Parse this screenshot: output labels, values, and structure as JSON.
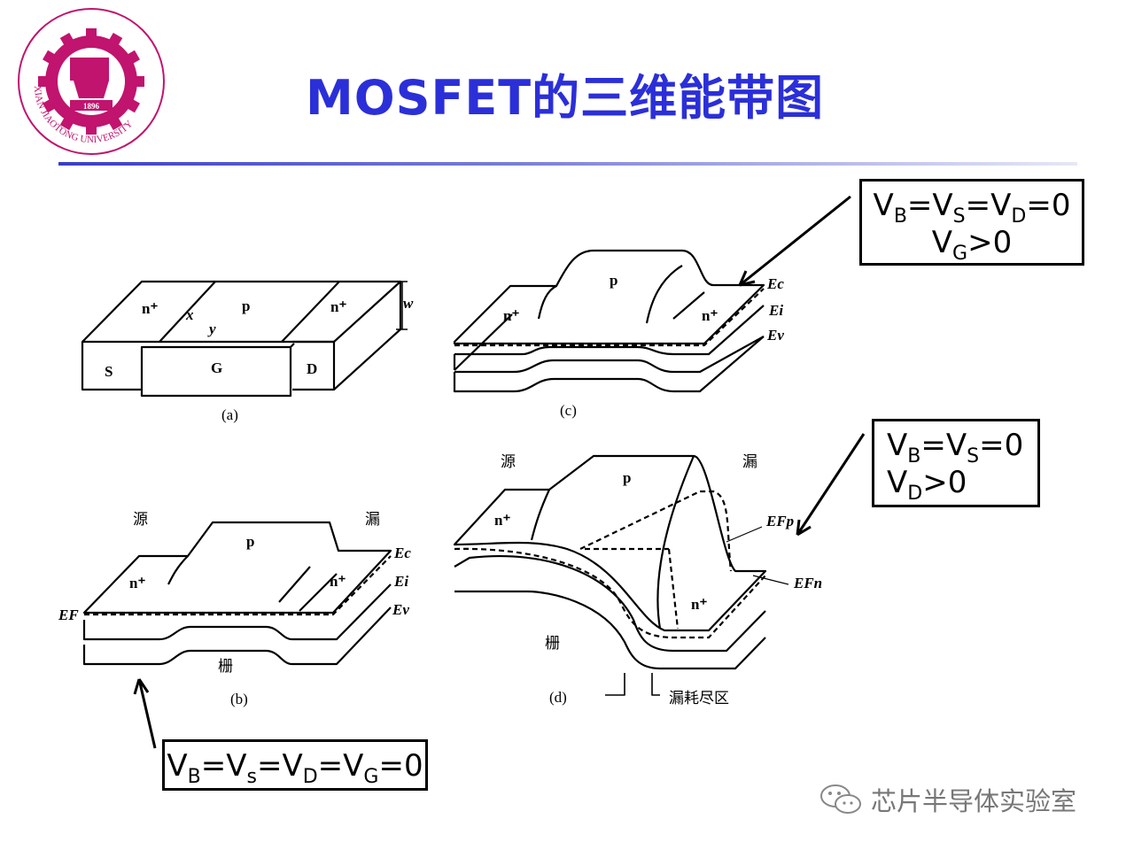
{
  "logo": {
    "year": "1896",
    "text": "XIAN JIAOTONG UNIVERSITY"
  },
  "title": "MOSFET的三维能带图",
  "fig_a": {
    "n_left": "n⁺",
    "p": "p",
    "n_right": "n⁺",
    "x": "x",
    "y": "y",
    "w": "w",
    "S": "S",
    "G": "G",
    "D": "D",
    "caption": "(a)"
  },
  "fig_b": {
    "source": "源",
    "drain": "漏",
    "gate": "栅",
    "p": "p",
    "n_left": "n⁺",
    "n_right": "n⁺",
    "Ec": "Ec",
    "Ei": "Ei",
    "Ev": "Ev",
    "EF": "EF",
    "caption": "(b)"
  },
  "fig_c": {
    "p": "p",
    "n_left": "n⁺",
    "n_right": "n⁺",
    "Ec": "Ec",
    "Ei": "Ei",
    "Ev": "Ev",
    "caption": "(c)"
  },
  "fig_d": {
    "source": "源",
    "drain": "漏",
    "gate": "栅",
    "p": "p",
    "n_left": "n⁺",
    "n_right": "n⁺",
    "EFp": "EFp",
    "EFn": "EFn",
    "depletion": "漏耗尽区",
    "caption": "(d)"
  },
  "box1": {
    "line1": [
      "V",
      "B",
      "=V",
      "S",
      "=V",
      "D",
      "=0"
    ],
    "line2": [
      "V",
      "G",
      ">0"
    ]
  },
  "box2": {
    "line1": [
      "V",
      "B",
      "=V",
      "S",
      "=0"
    ],
    "line2": [
      "V",
      "D",
      ">0"
    ]
  },
  "box3": {
    "line1": [
      "V",
      "B",
      "=V",
      "s",
      "=V",
      "D",
      "=V",
      "G",
      "=0"
    ]
  },
  "watermark": "芯片半导体实验室",
  "colors": {
    "title": "#2b2fd8",
    "logo": "#c0146e"
  }
}
